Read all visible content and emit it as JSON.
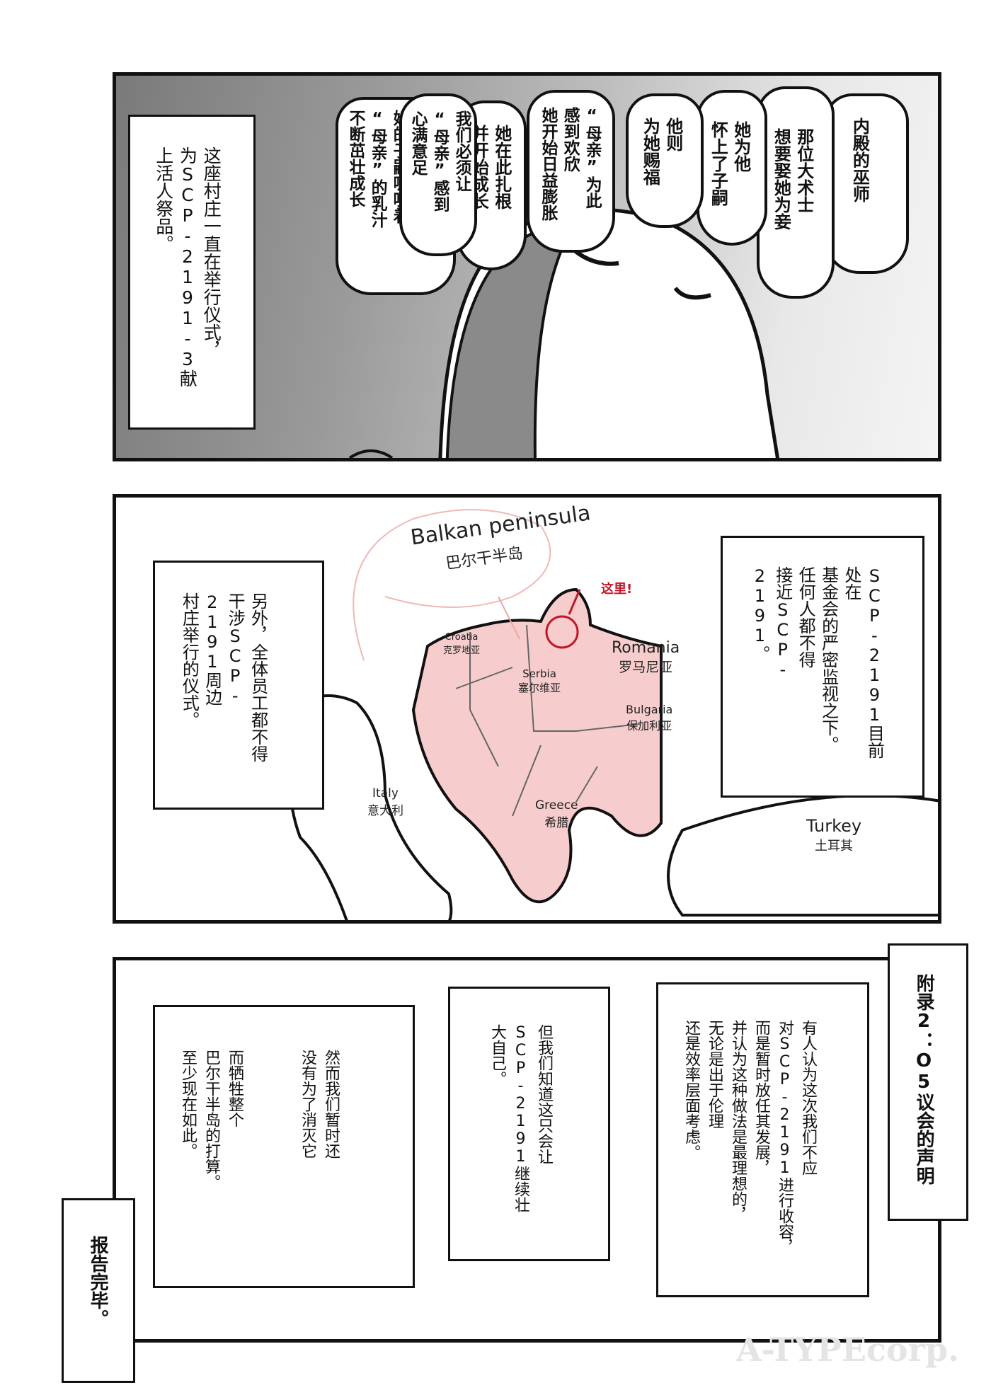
{
  "panel1": {
    "caption": [
      "这座村庄一直在举行仪式，",
      "为SCP-2191-3献上活人祭品。"
    ],
    "bubbles": [
      {
        "lines": [
          "内殿的巫师"
        ]
      },
      {
        "lines": [
          "那位大术士",
          "想要娶她为妾"
        ]
      },
      {
        "lines": [
          "她为他",
          "怀上了子嗣"
        ]
      },
      {
        "lines": [
          "他则",
          "为她赐福"
        ]
      },
      {
        "lines": [
          "“母亲”为此",
          "感到欢欣",
          "她开始日益膨胀"
        ]
      },
      {
        "lines": [
          "她在此扎根",
          "并开始成长"
        ]
      },
      {
        "lines": [
          "我们必须让",
          "“母亲”感到",
          "心满意足"
        ]
      },
      {
        "lines": [
          "她的子嗣吸吮着",
          "“母亲”的乳汁",
          "不断茁壮成长"
        ]
      }
    ]
  },
  "panel2": {
    "left_caption": [
      "另外，全体员工都不得",
      "干涉SCP-2191周边",
      "村庄举行的仪式。"
    ],
    "right_caption": [
      "SCP-2191目前处在",
      "基金会的严密监视之下。",
      "任何人都不得",
      "接近SCP-2191。"
    ],
    "map": {
      "callout_en": "Balkan peninsula",
      "callout_zh": "巴尔干半岛",
      "marker_label": "这里!",
      "highlight_color": "#f6cccc",
      "marker_color": "#c0182a",
      "countries": [
        {
          "en": "Croatia",
          "zh": "克罗地亚"
        },
        {
          "en": "Romania",
          "zh": "罗马尼亚"
        },
        {
          "en": "Serbia",
          "zh": "塞尔维亚"
        },
        {
          "en": "Bulgaria",
          "zh": "保加利亚"
        },
        {
          "en": "Greece",
          "zh": "希腊"
        },
        {
          "en": "Italy",
          "zh": "意大利"
        },
        {
          "en": "Turkey",
          "zh": "土耳其"
        }
      ]
    }
  },
  "panel3": {
    "appendix_title": "附录2：O5议会的声明",
    "box_a": [
      "有人认为这次我们不应",
      "对SCP-2191进行收容，",
      "而是暂时放任其发展，",
      "并认为这种做法是最理想的，",
      "无论是出于伦理",
      "还是效率层面考虑。"
    ],
    "box_b": [
      "但我们知道这只会让",
      "SCP-2191继续壮大自己。"
    ],
    "box_c": [
      "然而我们暂时还",
      "没有为了消灭它",
      "而牺牲整个",
      "巴尔干半岛的打算。",
      "至少现在如此。"
    ],
    "end": "报告完毕。",
    "watermark": "A-TYPEcorp."
  }
}
